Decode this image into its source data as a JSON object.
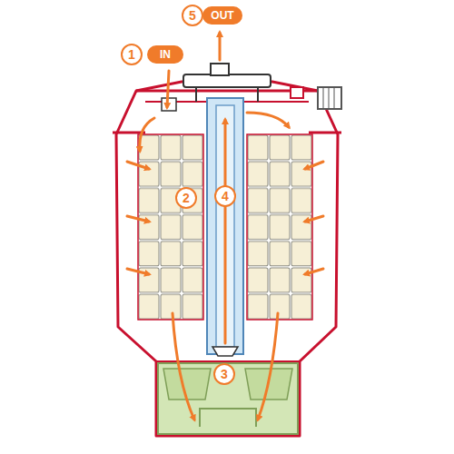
{
  "diagram": {
    "nodes": [
      {
        "text": [
          "5"
        ]
      },
      {
        "text": [
          "OUT"
        ]
      },
      {
        "text": [
          "1"
        ]
      },
      {
        "text": [
          "IN"
        ]
      },
      {
        "text": [
          "2"
        ]
      },
      {
        "text": [
          "4"
        ]
      },
      {
        "text": [
          "3"
        ]
      }
    ]
  }
}
